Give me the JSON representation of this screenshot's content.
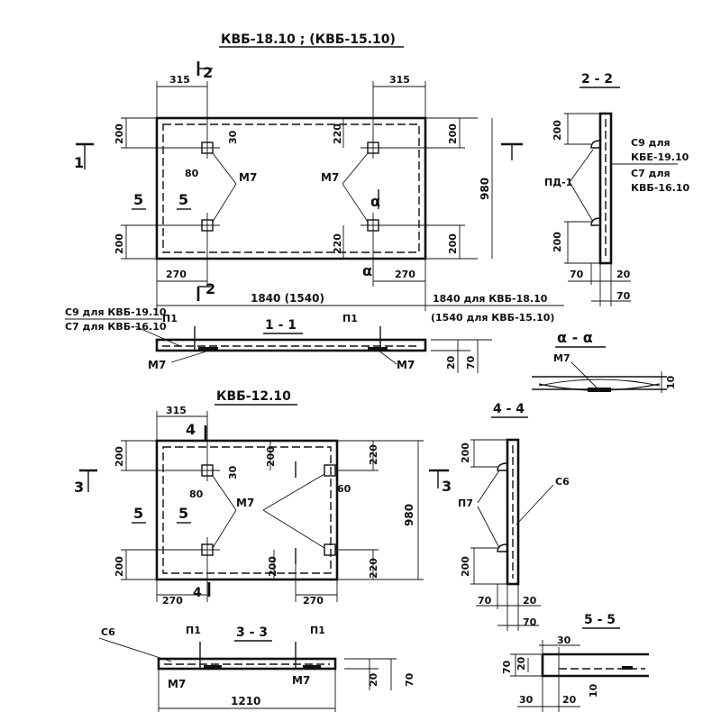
{
  "titles": {
    "top": "КВБ-18.10 ; (КВБ-15.10)",
    "bottom": "КВБ-12.10",
    "s22": "2 - 2",
    "s11": "1 - 1",
    "saa": "α - α",
    "s44": "4 - 4",
    "s33": "3 - 3",
    "s55": "5 - 5"
  },
  "top_plan": {
    "d315": "315",
    "d200": "200",
    "d220": "220",
    "d80": "80",
    "d30": "30",
    "d270": "270",
    "d980": "980",
    "length": "1840 (1540)",
    "note1": "1840 для КВБ-18.10",
    "note2": "(1540 для КВБ-15.10)",
    "m7": "M7",
    "cut1": "1",
    "cut2": "2",
    "cut5": "5",
    "alpha": "α"
  },
  "sec11": {
    "c9": "С9 для КВБ-19.10",
    "c7": "С7 для КВБ-16.10",
    "p1": "П1",
    "m7": "M7",
    "d20": "20",
    "d70": "70"
  },
  "sec22": {
    "pd1": "ПД-1",
    "c9": "С9 для",
    "c9b": "КБЕ-19.10",
    "c7": "С7 для",
    "c7b": "КВБ-16.10",
    "d200": "200",
    "d70": "70",
    "d20": "20"
  },
  "secaa": {
    "m7": "M7",
    "d10": "10"
  },
  "bottom_plan": {
    "d315": "315",
    "d200": "200",
    "d220": "220",
    "d80": "80",
    "d30": "30",
    "d60": "60",
    "d270": "270",
    "d980": "980",
    "m7": "M7",
    "cut3": "3",
    "cut4": "4",
    "cut5": "5"
  },
  "sec44": {
    "p7": "П7",
    "c6": "С6",
    "d200": "200",
    "d70": "70",
    "d20": "20"
  },
  "sec33": {
    "c6": "С6",
    "p1": "П1",
    "m7": "M7",
    "d20": "20",
    "d70": "70",
    "d1210": "1210"
  },
  "sec55": {
    "d30": "30",
    "d70": "70",
    "d20": "20",
    "d10": "10"
  }
}
